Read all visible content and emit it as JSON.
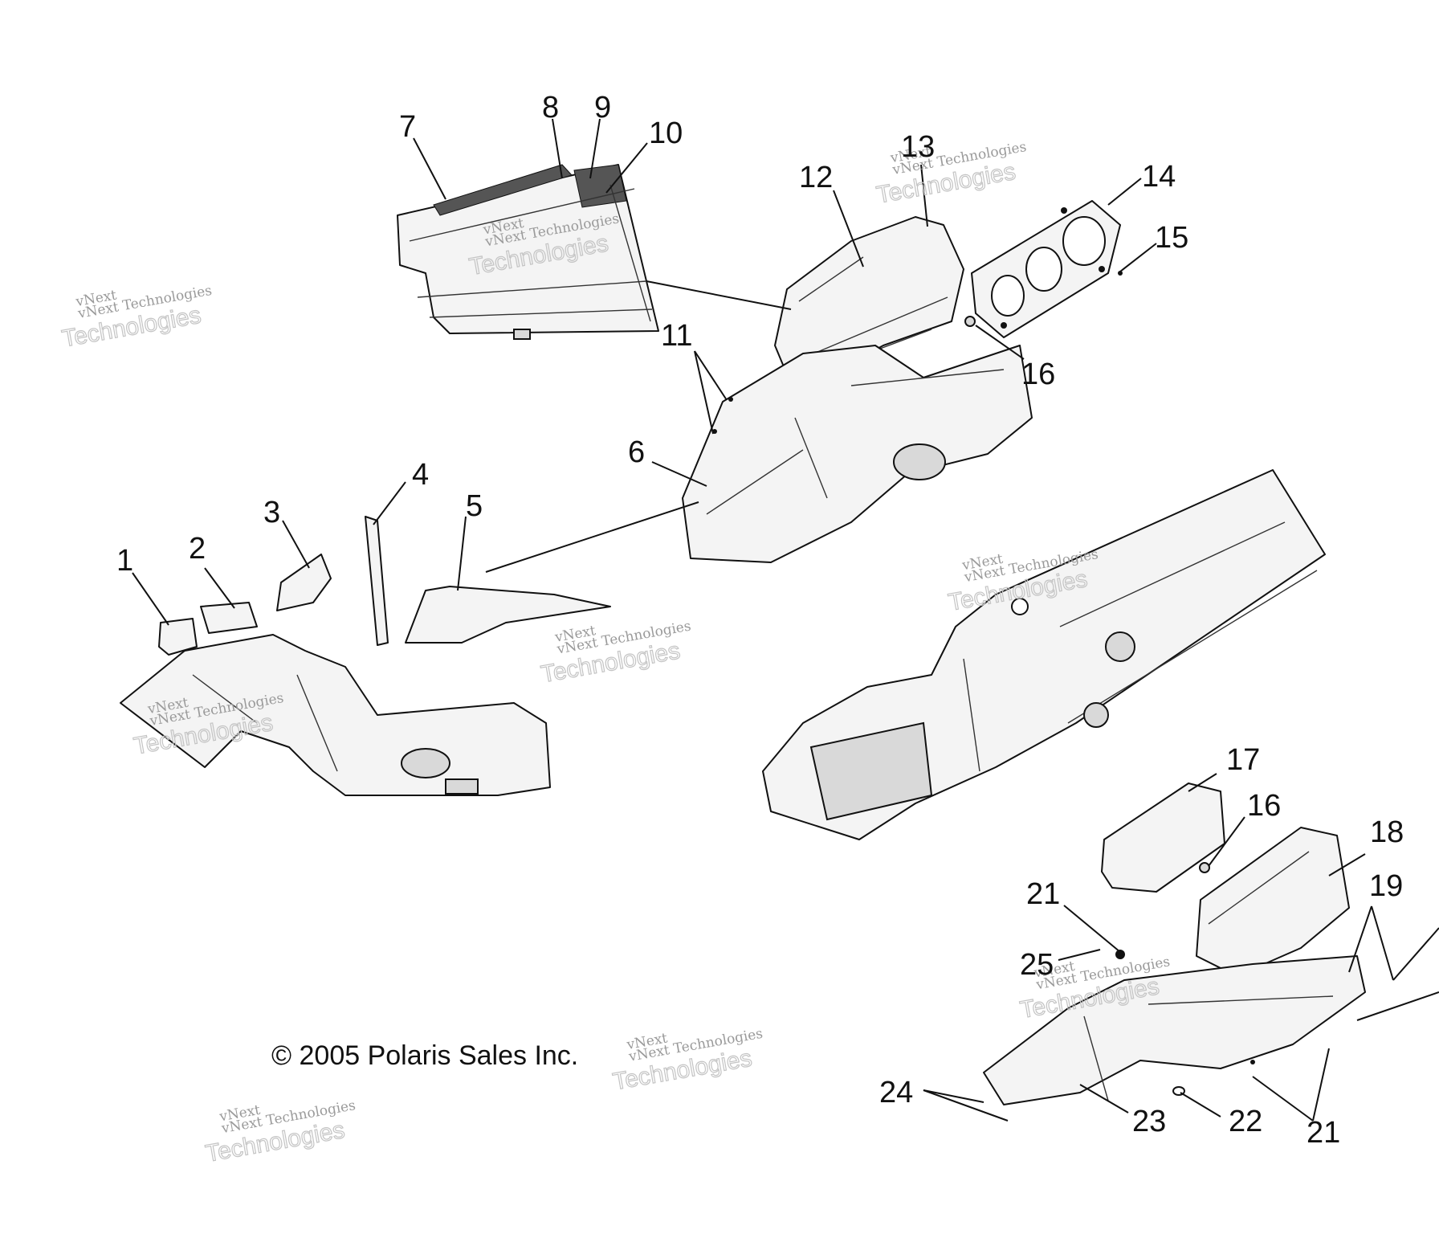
{
  "callouts": [
    "1",
    "2",
    "3",
    "4",
    "5",
    "6",
    "7",
    "8",
    "9",
    "10",
    "11",
    "12",
    "13",
    "14",
    "15",
    "16",
    "16",
    "17",
    "18",
    "19",
    "21",
    "21",
    "22",
    "23",
    "24",
    "25"
  ],
  "copyright": "© 2005 Polaris Sales Inc.",
  "watermark": {
    "line1": "vNext",
    "line2": "vNext Technologies",
    "line3": "Technologies"
  }
}
